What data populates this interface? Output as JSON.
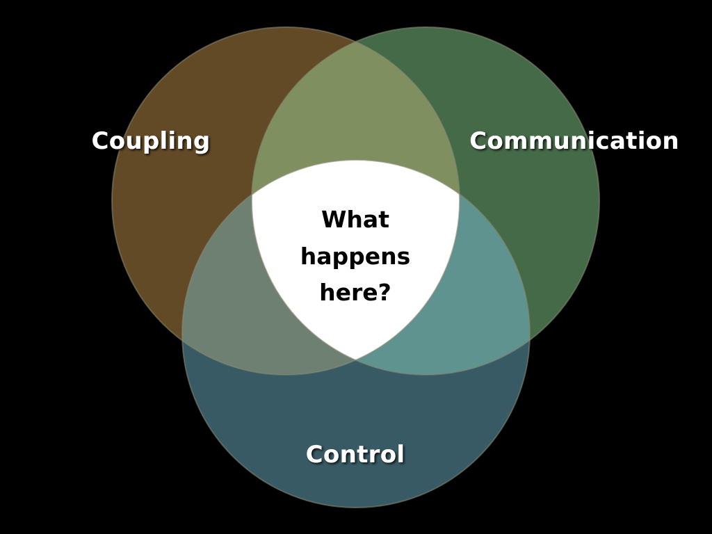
{
  "diagram": {
    "type": "venn-3",
    "sets": [
      {
        "id": "coupling",
        "label": "Coupling",
        "color": "#634a27"
      },
      {
        "id": "communication",
        "label": "Communication",
        "color": "#456a48"
      },
      {
        "id": "control",
        "label": "Control",
        "color": "#385a65"
      }
    ],
    "overlap_colors": {
      "coupling_communication": "#7f8f5f",
      "coupling_control": "#6e8072",
      "communication_control": "#5e938f",
      "all": "#ffffff"
    },
    "outline_color": "#8a8a72",
    "background": "#000000",
    "center": {
      "lines": [
        "What",
        "happens",
        "here?"
      ]
    }
  }
}
